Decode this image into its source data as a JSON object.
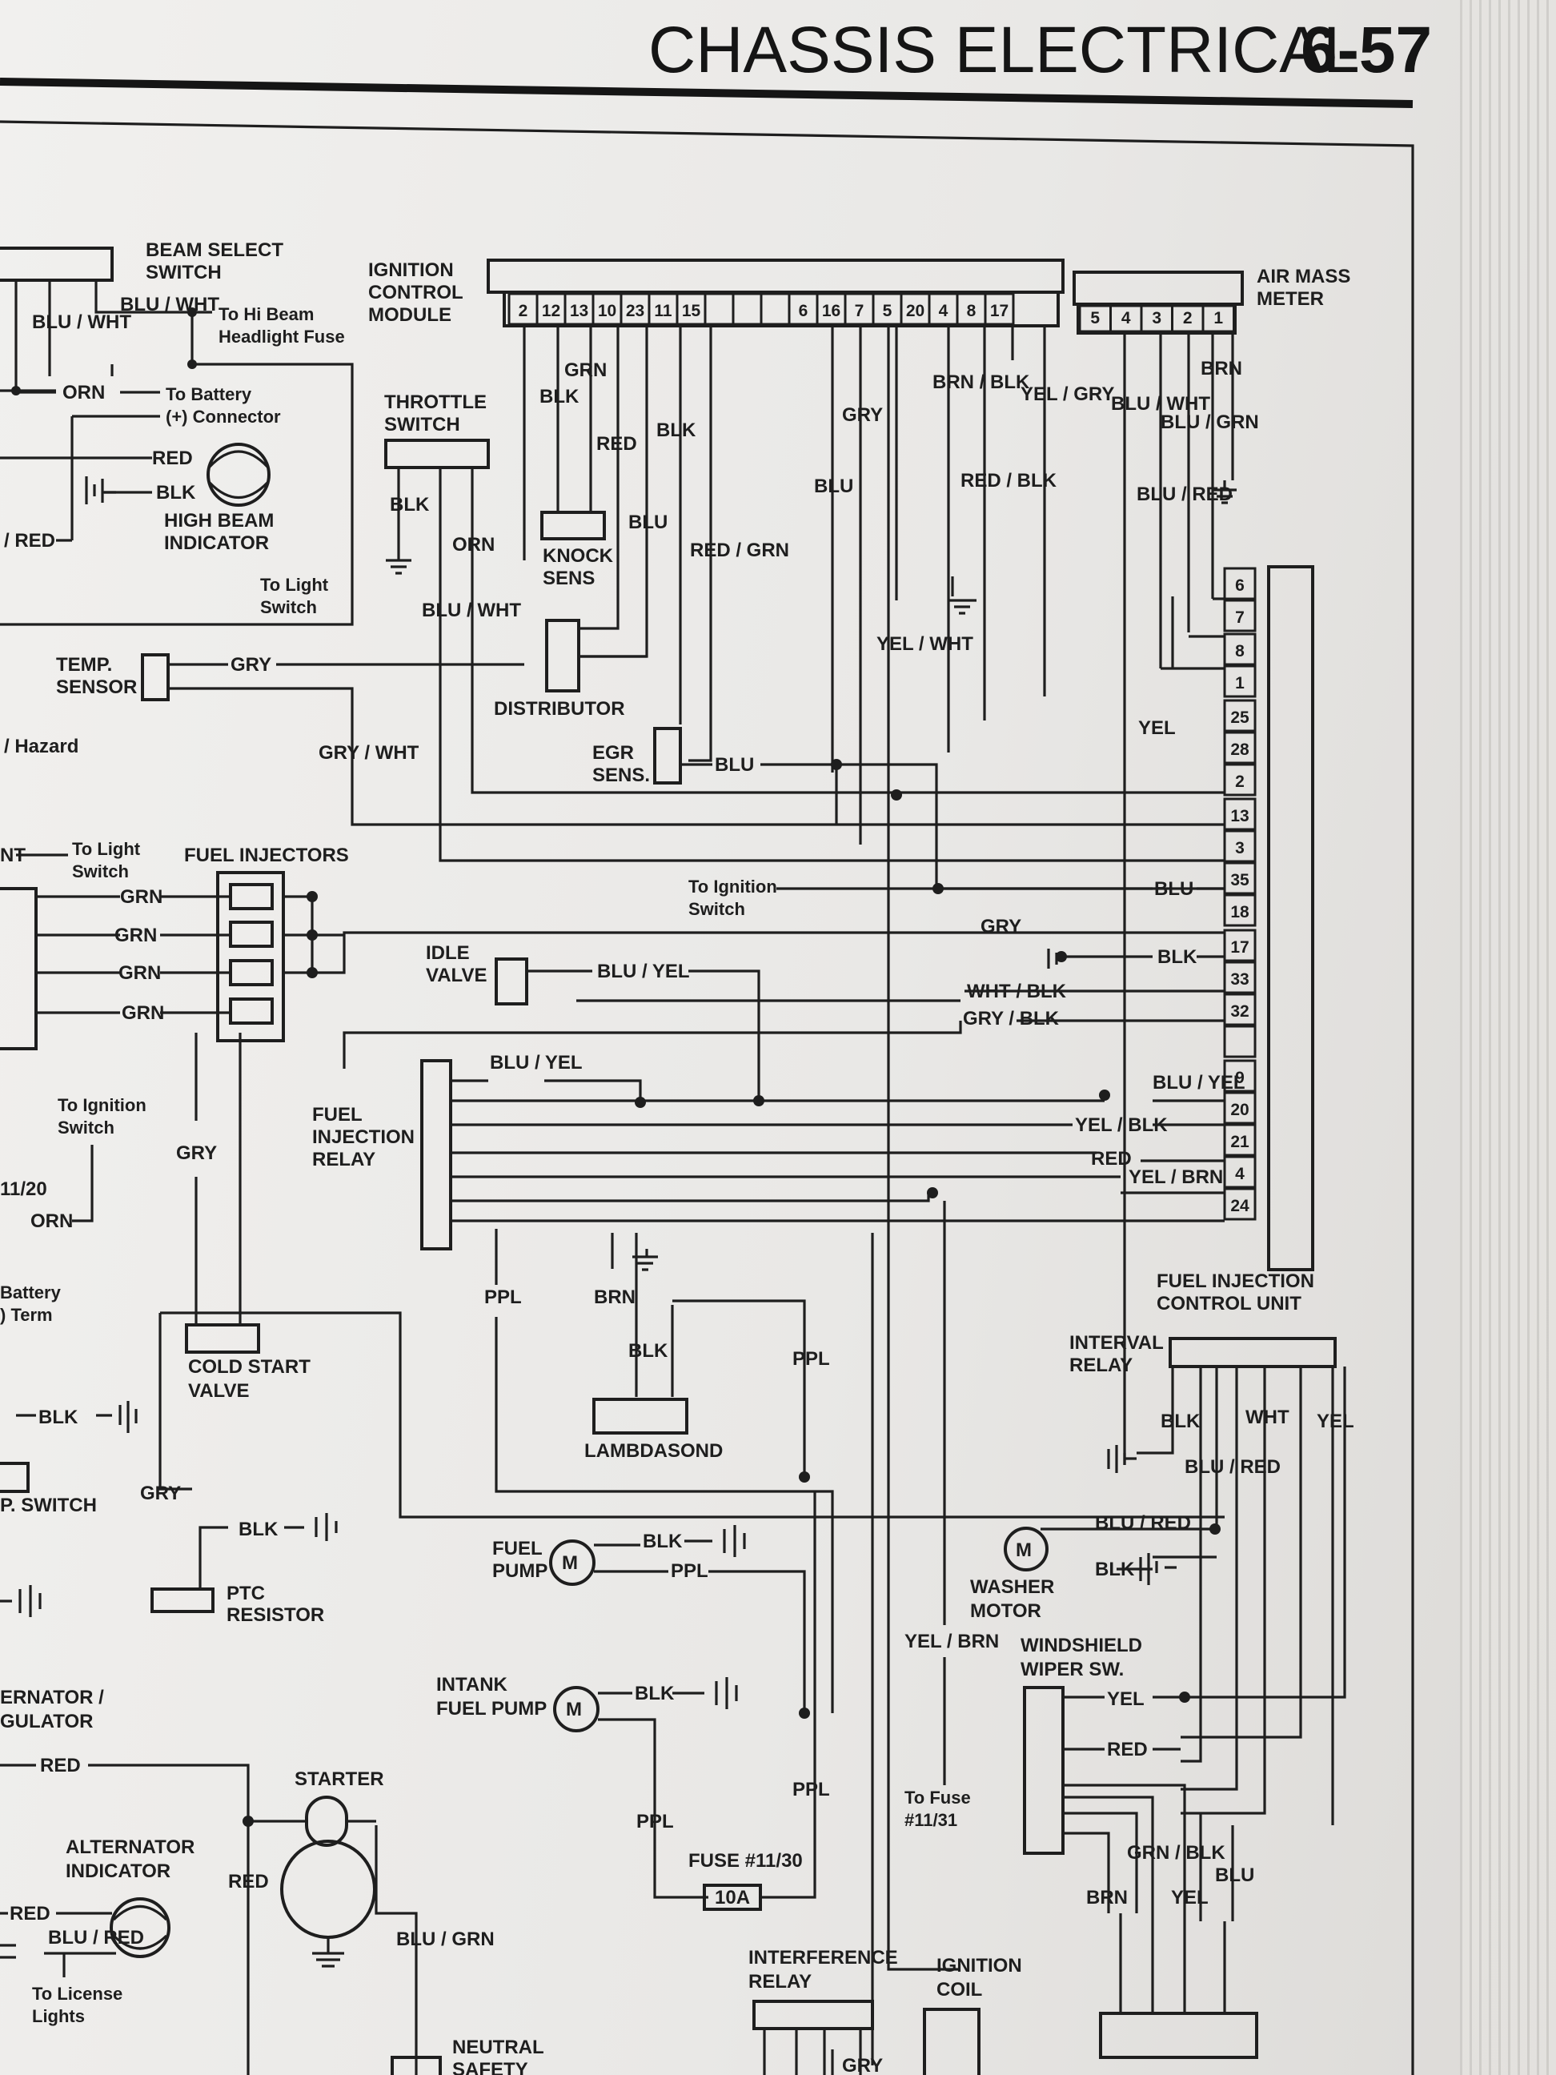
{
  "header": {
    "section_title": "CHASSIS ELECTRICAL",
    "page_number": "6-57"
  },
  "components": {
    "beam_select": [
      "BEAM SELECT",
      "SWITCH"
    ],
    "ignition_module": [
      "IGNITION",
      "CONTROL",
      "MODULE"
    ],
    "air_mass_meter": [
      "AIR MASS",
      "METER"
    ],
    "throttle_switch": [
      "THROTTLE",
      "SWITCH"
    ],
    "high_beam_indicator": [
      "HIGH BEAM",
      "INDICATOR"
    ],
    "knock_sens": [
      "KNOCK",
      "SENS"
    ],
    "temp_sensor": [
      "TEMP.",
      "SENSOR"
    ],
    "distributor": "DISTRIBUTOR",
    "egr_sens": [
      "EGR",
      "SENS."
    ],
    "fuel_injectors": "FUEL INJECTORS",
    "idle_valve": [
      "IDLE",
      "VALVE"
    ],
    "fuel_injection_relay": [
      "FUEL",
      "INJECTION",
      "RELAY"
    ],
    "fuel_injection_control_unit": [
      "FUEL INJECTION",
      "CONTROL UNIT"
    ],
    "cold_start_valve": [
      "COLD START",
      "VALVE"
    ],
    "lambdasond": "LAMBDASOND",
    "interval_relay": [
      "INTERVAL",
      "RELAY"
    ],
    "ptc_resistor": [
      "PTC",
      "RESISTOR"
    ],
    "fuel_pump": [
      "FUEL",
      "PUMP"
    ],
    "washer_motor": [
      "WASHER",
      "MOTOR"
    ],
    "windshield_wiper_sw": [
      "WINDSHIELD",
      "WIPER SW."
    ],
    "intank_fuel_pump": [
      "INTANK",
      "FUEL PUMP"
    ],
    "starter": "STARTER",
    "alternator_regulator": [
      "ERNATOR /",
      "GULATOR"
    ],
    "alternator_indicator": [
      "ALTERNATOR",
      "INDICATOR"
    ],
    "fuse_11_30": "FUSE #11/30",
    "fuse_rating": "10A",
    "interference_relay": [
      "INTERFERENCE",
      "RELAY"
    ],
    "ignition_coil": [
      "IGNITION",
      "COIL"
    ],
    "neutral_safety": [
      "NEUTRAL",
      "SAFETY"
    ],
    "p_switch": "P. SWITCH"
  },
  "notes": {
    "to_hi_beam_fuse": [
      "To Hi Beam",
      "Headlight Fuse"
    ],
    "to_battery_connector": [
      "To Battery",
      "(+) Connector"
    ],
    "to_light_switch_1": [
      "To Light",
      "Switch"
    ],
    "to_light_switch_2": [
      "To Light",
      "Switch"
    ],
    "to_ignition_switch_1": [
      "To Ignition",
      "Switch"
    ],
    "to_ignition_switch_2": [
      "To Ignition",
      "Switch"
    ],
    "hazard": "/ Hazard",
    "battery_term": [
      "Battery",
      ") Term"
    ],
    "fuse_11_20": "11/20",
    "to_fuse_11_31": [
      "To Fuse",
      "#11/31"
    ],
    "to_license_lights": [
      "To License",
      "Lights"
    ],
    "nt": "NT"
  },
  "pins": {
    "ignition_module": [
      "2",
      "12",
      "13",
      "10",
      "23",
      "11",
      "15",
      "",
      "",
      "",
      "6",
      "16",
      "7",
      "5",
      "20",
      "4",
      "8",
      "17"
    ],
    "air_mass_meter": [
      "5",
      "4",
      "3",
      "2",
      "1"
    ],
    "control_unit": [
      "6",
      "7",
      "8",
      "1",
      "25",
      "28",
      "2",
      "13",
      "3",
      "35",
      "18",
      "17",
      "33",
      "32",
      "",
      "9",
      "20",
      "21",
      "4",
      "24"
    ]
  },
  "wires": [
    "BLU / WHT",
    "BLU / WHT",
    "ORN",
    "RED",
    "BLK",
    "/ RED",
    "GRN",
    "BLK",
    "RED",
    "BLK",
    "BLU",
    "RED / GRN",
    "GRY",
    "BLU",
    "BRN / BLK",
    "RED / BLK",
    "YEL / GRY",
    "BRN",
    "BLU / WHT",
    "BLU / GRN",
    "BLU / RED",
    "BLK",
    "ORN",
    "BLU / WHT",
    "GRY",
    "YEL / WHT",
    "YEL",
    "GRY / WHT",
    "BLU",
    "GRN",
    "GRN",
    "GRN",
    "GRN",
    "BLU",
    "GRY",
    "BLK",
    "BLU / YEL",
    "WHT / BLK",
    "GRY / BLK",
    "BLU / YEL",
    "BLU / YEL",
    "YEL / BLK",
    "RED",
    "YEL / BRN",
    "GRY",
    "ORN",
    "PPL",
    "BRN",
    "BLK",
    "PPL",
    "BLK",
    "BLK",
    "WHT",
    "YEL",
    "BLU / RED",
    "BLK",
    "BLU / RED",
    "BLK",
    "GRY",
    "BLK",
    "BLK",
    "PPL",
    "YEL / BRN",
    "YEL",
    "RED",
    "RED",
    "BLK",
    "PPL",
    "PPL",
    "GRN / BLK",
    "BRN",
    "YEL",
    "BLU",
    "RED",
    "RED",
    "BLU / RED",
    "BLU / GRN",
    "GRY"
  ]
}
